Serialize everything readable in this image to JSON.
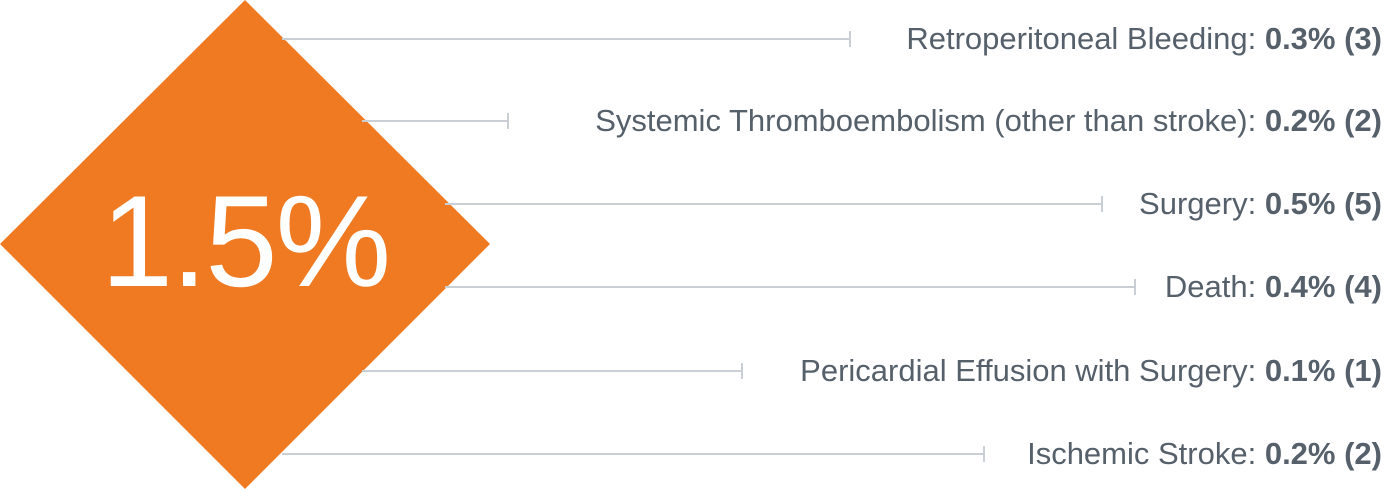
{
  "headline_value": "1.5%",
  "colors": {
    "diamond": "#ef7a22",
    "text": "#56606a",
    "line": "#c9cfd4"
  },
  "items": [
    {
      "name": "Retroperitoneal Bleeding:",
      "value": "0.3% (3)"
    },
    {
      "name": "Systemic Thromboembolism (other than stroke):",
      "value": "0.2% (2)"
    },
    {
      "name": "Surgery:",
      "value": "0.5% (5)"
    },
    {
      "name": "Death:",
      "value": "0.4% (4)"
    },
    {
      "name": "Pericardial Effusion with Surgery:",
      "value": "0.1% (1)"
    },
    {
      "name": "Ischemic Stroke:",
      "value": "0.2% (2)"
    }
  ]
}
